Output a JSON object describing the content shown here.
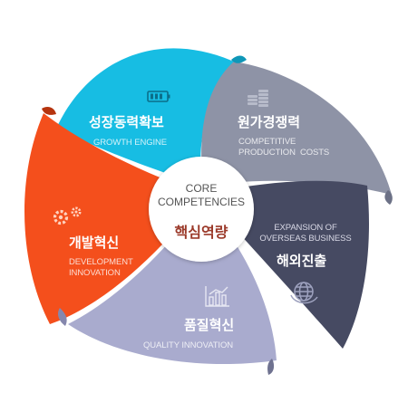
{
  "center": {
    "title_en_line1": "CORE",
    "title_en_line2": "COMPETENCIES",
    "title_kr": "핵심역량"
  },
  "segments": [
    {
      "key": "growth",
      "title_kr": "성장동력확보",
      "sub_en": [
        "GROWTH ENGINE"
      ],
      "color": "#17bde3",
      "icon": "battery-icon"
    },
    {
      "key": "cost",
      "title_kr": "원가경쟁력",
      "sub_en": [
        "COMPETITIVE",
        "PRODUCTION  COSTS"
      ],
      "color": "#8e93a6",
      "icon": "coin-stack-icon"
    },
    {
      "key": "overseas",
      "title_kr": "해외진출",
      "sub_en": [
        "EXPANSION OF",
        "OVERSEAS BUSINESS"
      ],
      "color": "#464a62",
      "icon": "globe-icon"
    },
    {
      "key": "quality",
      "title_kr": "품질혁신",
      "sub_en": [
        "QUALITY INNOVATION"
      ],
      "color": "#a9abce",
      "icon": "bar-chart-icon"
    },
    {
      "key": "development",
      "title_kr": "개발혁신",
      "sub_en": [
        "DEVELOPMENT",
        "INNOVATION"
      ],
      "color": "#f44f1c",
      "icon": "gears-icon"
    }
  ]
}
